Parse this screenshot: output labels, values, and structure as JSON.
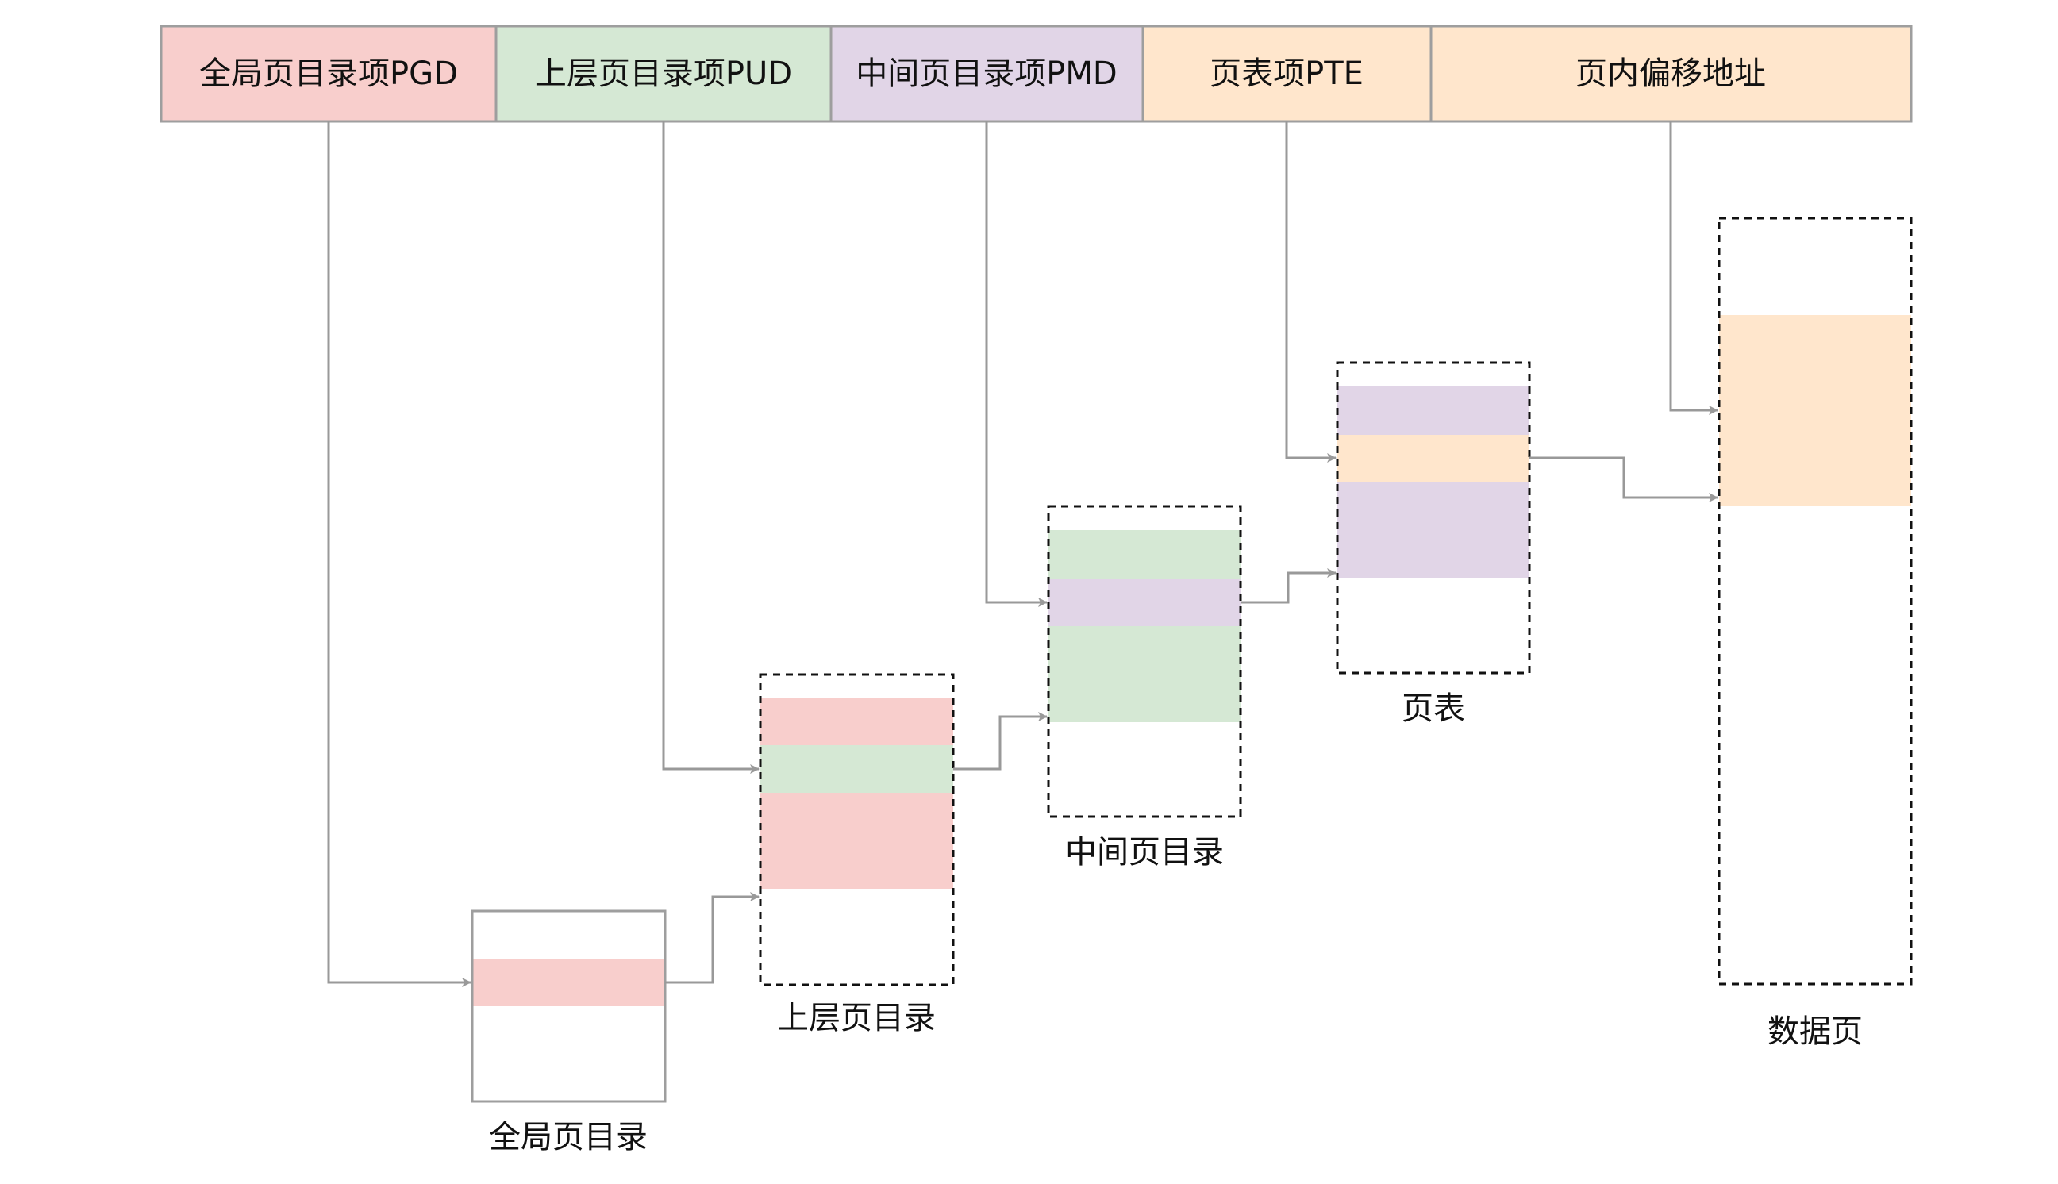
{
  "address_fields": [
    {
      "label": "全局页目录项PGD",
      "color": "#f8cecc"
    },
    {
      "label": "上层页目录项PUD",
      "color": "#d5e8d4"
    },
    {
      "label": "中间页目录项PMD",
      "color": "#e1d5e7"
    },
    {
      "label": "页表项PTE",
      "color": "#ffe6cc"
    },
    {
      "label": "页内偏移地址",
      "color": "#ffe6cc"
    }
  ],
  "tables": [
    {
      "caption": "全局页目录"
    },
    {
      "caption": "上层页目录"
    },
    {
      "caption": "中间页目录"
    },
    {
      "caption": "页表"
    },
    {
      "caption": "数据页"
    }
  ],
  "colors": {
    "pgd": "#f8cecc",
    "pud": "#d5e8d4",
    "pmd": "#e1d5e7",
    "pte": "#ffe6cc",
    "border": "#9e9e9e",
    "dashed_border": "#111111",
    "connector": "#999999"
  }
}
